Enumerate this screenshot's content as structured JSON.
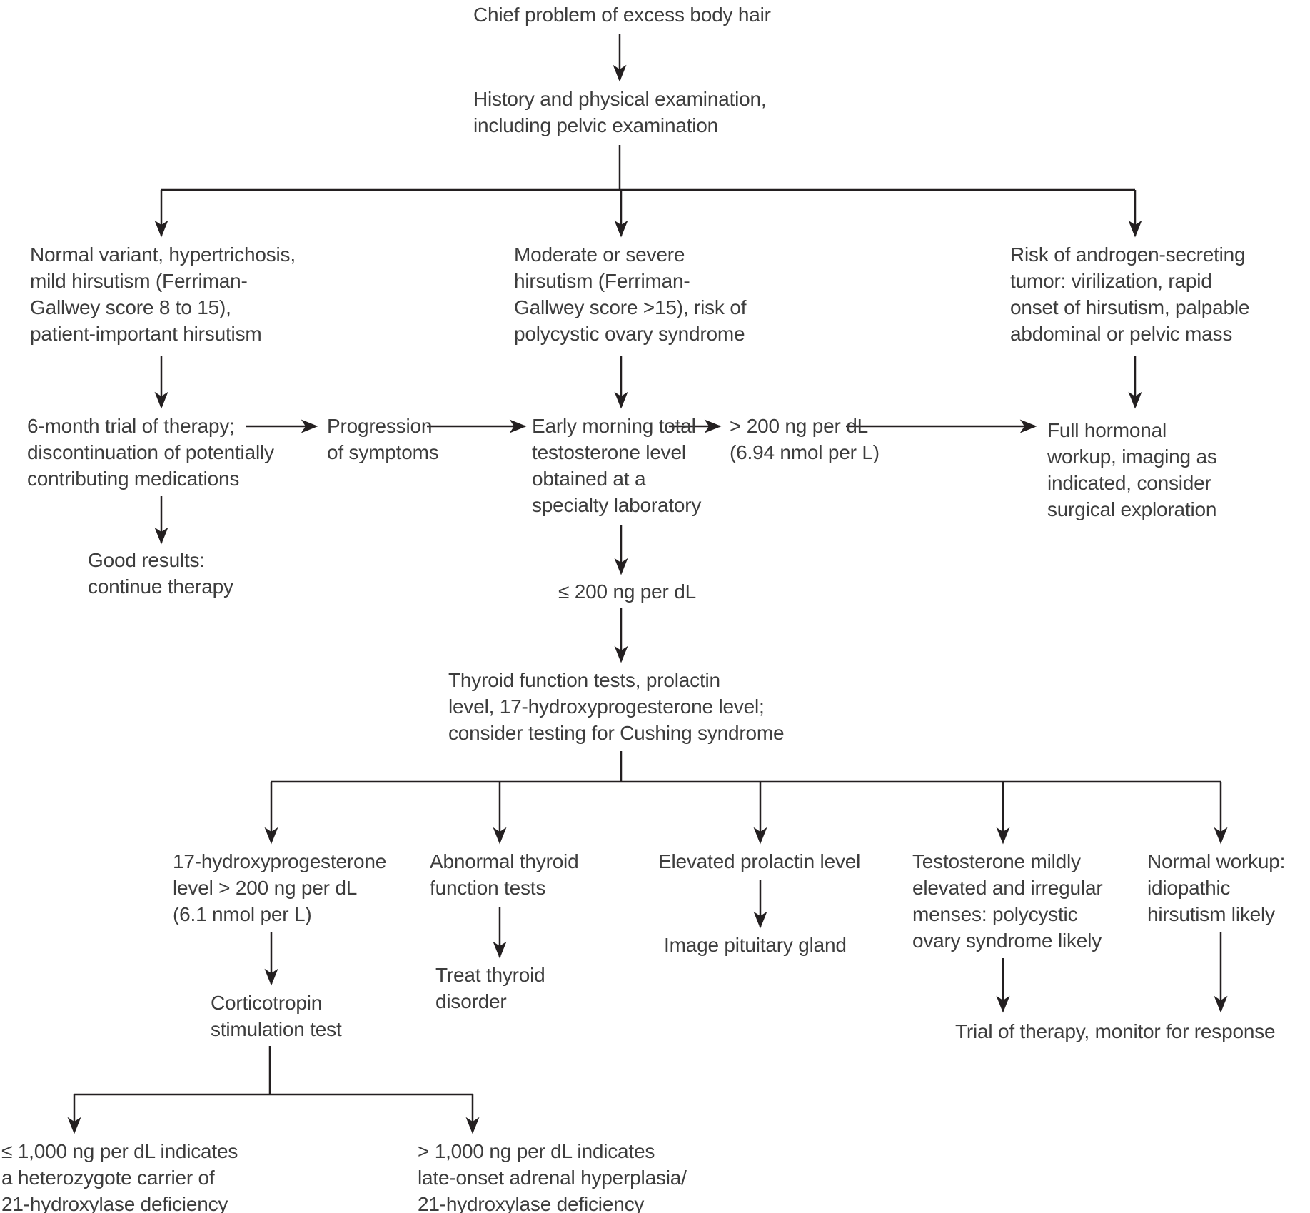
{
  "figure": {
    "title": "Evaluation of excess body hair (hirsutism) algorithm",
    "background_color": "#ffffff",
    "text_color": "#3d3d3d",
    "arrow_color": "#231f20"
  },
  "nodes": {
    "chief": {
      "text": "Chief problem of excess body hair"
    },
    "history": {
      "text": "History and physical examination,\nincluding pelvic examination"
    },
    "normal_variant": {
      "text": "Normal variant, hypertrichosis,\nmild hirsutism (Ferriman-\nGallwey score 8 to 15),\npatient-important hirsutism"
    },
    "moderate_severe": {
      "text": "Moderate or severe\nhirsutism (Ferriman-\nGallwey score >15), risk of\npolycystic ovary syndrome"
    },
    "tumor_risk": {
      "text": "Risk of androgen-secreting\ntumor: virilization, rapid\nonset of hirsutism, palpable\nabdominal or pelvic mass"
    },
    "six_month_trial": {
      "text": "6-month trial of therapy;\ndiscontinuation of potentially\ncontributing medications"
    },
    "progression": {
      "text": "Progression\nof symptoms"
    },
    "early_testosterone": {
      "text": "Early morning total\ntestosterone level\nobtained at a\nspecialty laboratory"
    },
    "gt_200": {
      "text": "> 200 ng per dL\n(6.94 nmol per L)"
    },
    "full_workup": {
      "text": "Full hormonal\nworkup, imaging as\nindicated, consider\nsurgical exploration"
    },
    "good_results": {
      "text": "Good results:\ncontinue therapy"
    },
    "le_200": {
      "text": "≤ 200 ng per dL"
    },
    "thyroid_tests": {
      "text": "Thyroid function tests, prolactin\nlevel, 17-hydroxyprogesterone level;\nconsider testing for Cushing syndrome"
    },
    "ohp_high": {
      "text": "17-hydroxyprogesterone\nlevel > 200 ng per dL\n(6.1 nmol per L)"
    },
    "abnormal_thyroid": {
      "text": "Abnormal thyroid\nfunction tests"
    },
    "elevated_prolactin": {
      "text": "Elevated prolactin level"
    },
    "testosterone_mild": {
      "text": "Testosterone mildly\nelevated and irregular\nmenses: polycystic\novary syndrome likely"
    },
    "normal_workup": {
      "text": "Normal workup:\nidiopathic\nhirsutism likely"
    },
    "corticotropin": {
      "text": "Corticotropin\nstimulation test"
    },
    "treat_thyroid": {
      "text": "Treat thyroid\ndisorder"
    },
    "image_pituitary": {
      "text": "Image pituitary gland"
    },
    "trial_therapy": {
      "text": "Trial of therapy, monitor for response"
    },
    "le_1000": {
      "text": "≤ 1,000 ng per dL indicates\na heterozygote carrier of\n21-hydroxylase deficiency"
    },
    "gt_1000": {
      "text": "> 1,000 ng per dL indicates\nlate-onset adrenal hyperplasia/\n21-hydroxylase deficiency"
    }
  }
}
